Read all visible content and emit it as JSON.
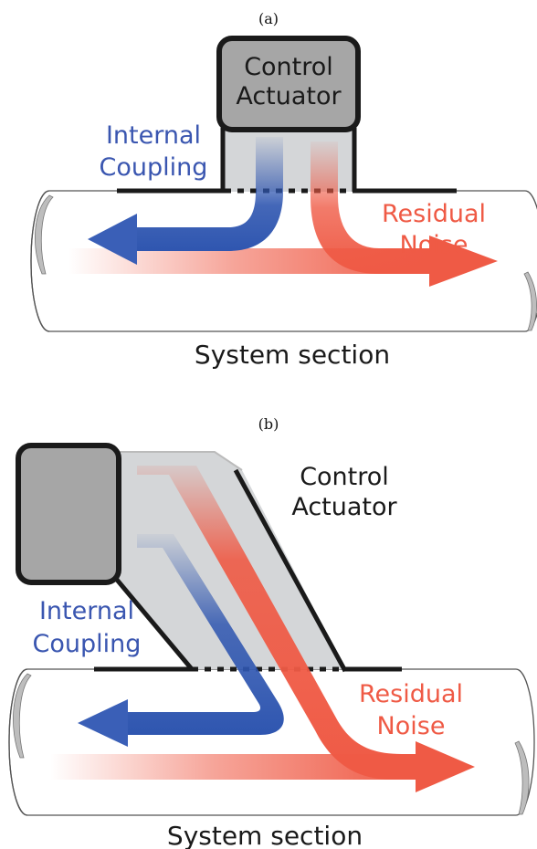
{
  "panel_a": {
    "tag": "(a)",
    "actuator_line1": "Control",
    "actuator_line2": "Actuator",
    "coupling_line1": "Internal",
    "coupling_line2": "Coupling",
    "residual_line1": "Residual",
    "residual_line2": "Noise",
    "caption": "System section"
  },
  "panel_b": {
    "tag": "(b)",
    "actuator_line1": "Control",
    "actuator_line2": "Actuator",
    "coupling_line1": "Internal",
    "coupling_line2": "Coupling",
    "residual_line1": "Residual",
    "residual_line2": "Noise",
    "caption": "System section"
  },
  "colors": {
    "coupling_blue": "#2f56b0",
    "residual_red": "#ef5a45",
    "actuator_gray": "#a6a6a6",
    "duct_gray": "#d4d6d8",
    "outline": "#1a1a1a"
  }
}
